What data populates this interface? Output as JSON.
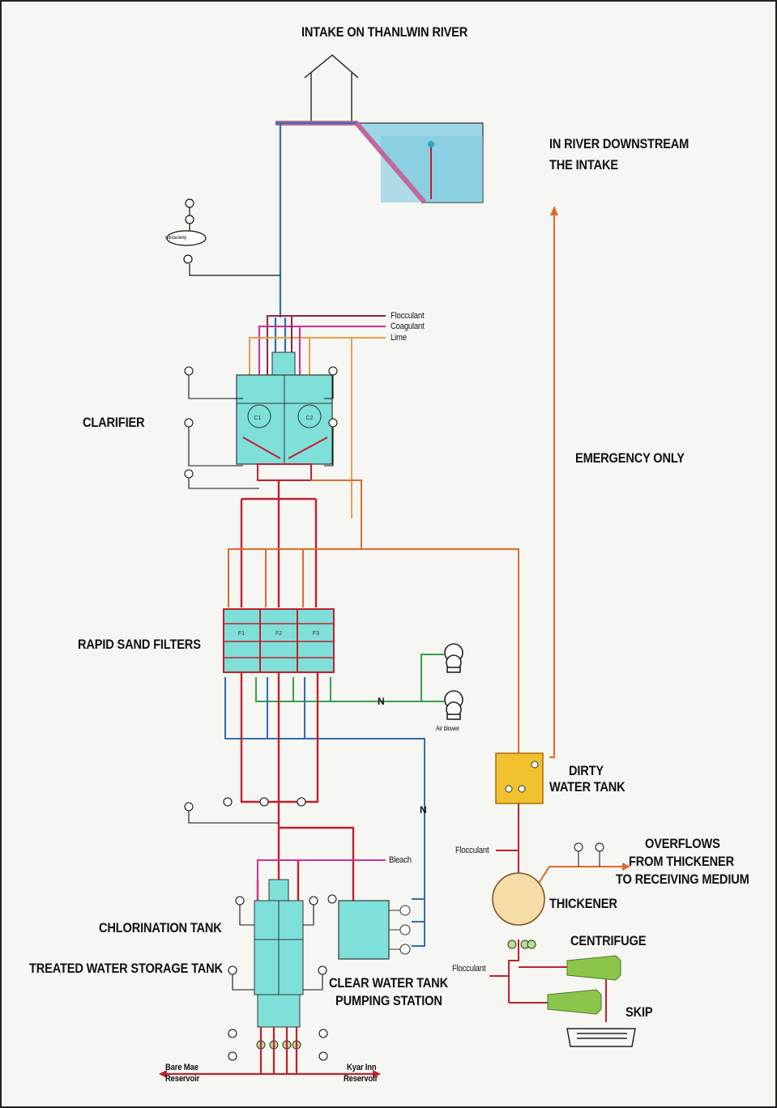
{
  "labels": {
    "intake": "INTAKE ON THANLWIN RIVER",
    "river_downstream": "IN RIVER DOWNSTREAM",
    "the_intake": "THE INTAKE",
    "emergency_only": "EMERGENCY ONLY",
    "clarifier": "CLARIFIER",
    "rapid_sand_filters": "RAPID SAND FILTERS",
    "air_blower": "Air blower",
    "dirty_water_tank_1": "DIRTY",
    "dirty_water_tank_2": "WATER TANK",
    "flocculant": "Flocculant",
    "coagulant": "Coagulant",
    "lime": "Lime",
    "bleach": "Bleach",
    "conductivity": "Conductivity",
    "overflows_1": "OVERFLOWS",
    "overflows_2": "FROM THICKENER",
    "overflows_3": "TO RECEIVING MEDIUM",
    "thickener": "THICKENER",
    "centrifuge": "CENTRIFUGE",
    "skip": "SKIP",
    "flocculant_thickener": "Flocculant",
    "flocculant_centrifuge": "Flocculant",
    "chlorination_tank": "CHLORINATION TANK",
    "treated_water_storage_tank": "TREATED WATER STORAGE TANK",
    "clear_water_tank_1": "CLEAR WATER TANK",
    "clear_water_tank_2": "PUMPING STATION",
    "bare_mae_1": "Bare Mae",
    "bare_mae_2": "Reservoir",
    "kyar_inn_1": "Kyar Inn",
    "kyar_inn_2": "Reservoir",
    "filter_f1": "F1",
    "filter_f2": "F2",
    "filter_f3": "F3",
    "clarifier_c1": "C1",
    "clarifier_c2": "C2"
  },
  "colors": {
    "raw_water": "#2f6fb0",
    "clean_water": "#c0202e",
    "sludge": "#e06a2a",
    "lime": "#e3a24a",
    "coagulant": "#d0309a",
    "flocculant": "#8a2a4a",
    "air": "#3aa04a",
    "tank_fill": "#7fe0da",
    "dirty_tank_fill": "#f2c12e",
    "thickener_fill": "#f6dca6",
    "centrifuge_fill": "#8bc64a"
  }
}
